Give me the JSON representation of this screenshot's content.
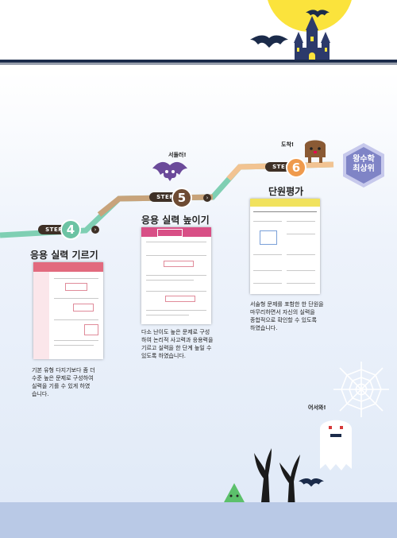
{
  "colors": {
    "step4": "#7fcfb3",
    "step5": "#c8a37b",
    "step6": "#f2c392",
    "step_label_bg": "#3e3026",
    "badge": "#7f84c6",
    "topbar": "#1b2b4a",
    "moon": "#fbe33c"
  },
  "steps": [
    {
      "label": "STEP",
      "number": "4",
      "title": "응용 실력 기르기",
      "description": [
        "기본 유형 다지기보다 좀 더",
        "수준 높은 문제로 구성하여",
        "실력을 기를 수 있게 하였",
        "습니다."
      ]
    },
    {
      "label": "STEP",
      "number": "5",
      "title": "응용 실력 높이기",
      "description": [
        "다소 난이도 높은 문제로 구성",
        "하여 논리적 사고력과 응용력을",
        "기르고 실력을 한 단계 높일 수",
        "있도록 하였습니다."
      ]
    },
    {
      "label": "STEP",
      "number": "6",
      "title": "단원평가",
      "description": [
        "서술형 문제를 포함한 한 단원을",
        "마무리하면서 자신의 실력을",
        "종합적으로 확인할 수 있도록",
        "하였습니다."
      ]
    }
  ],
  "badge": {
    "line1": "왕수학",
    "line2": "최상위"
  },
  "bubbles": {
    "bat": "서둘러!",
    "toast": "도착!",
    "ghost": "어서와!"
  },
  "icons": [
    "moon",
    "bat-icon",
    "castle-icon",
    "toast-mascot-icon",
    "spider-web-icon",
    "ghost-icon",
    "dead-tree-icon",
    "triangle-mascot-icon",
    "chevron-right-icon"
  ]
}
